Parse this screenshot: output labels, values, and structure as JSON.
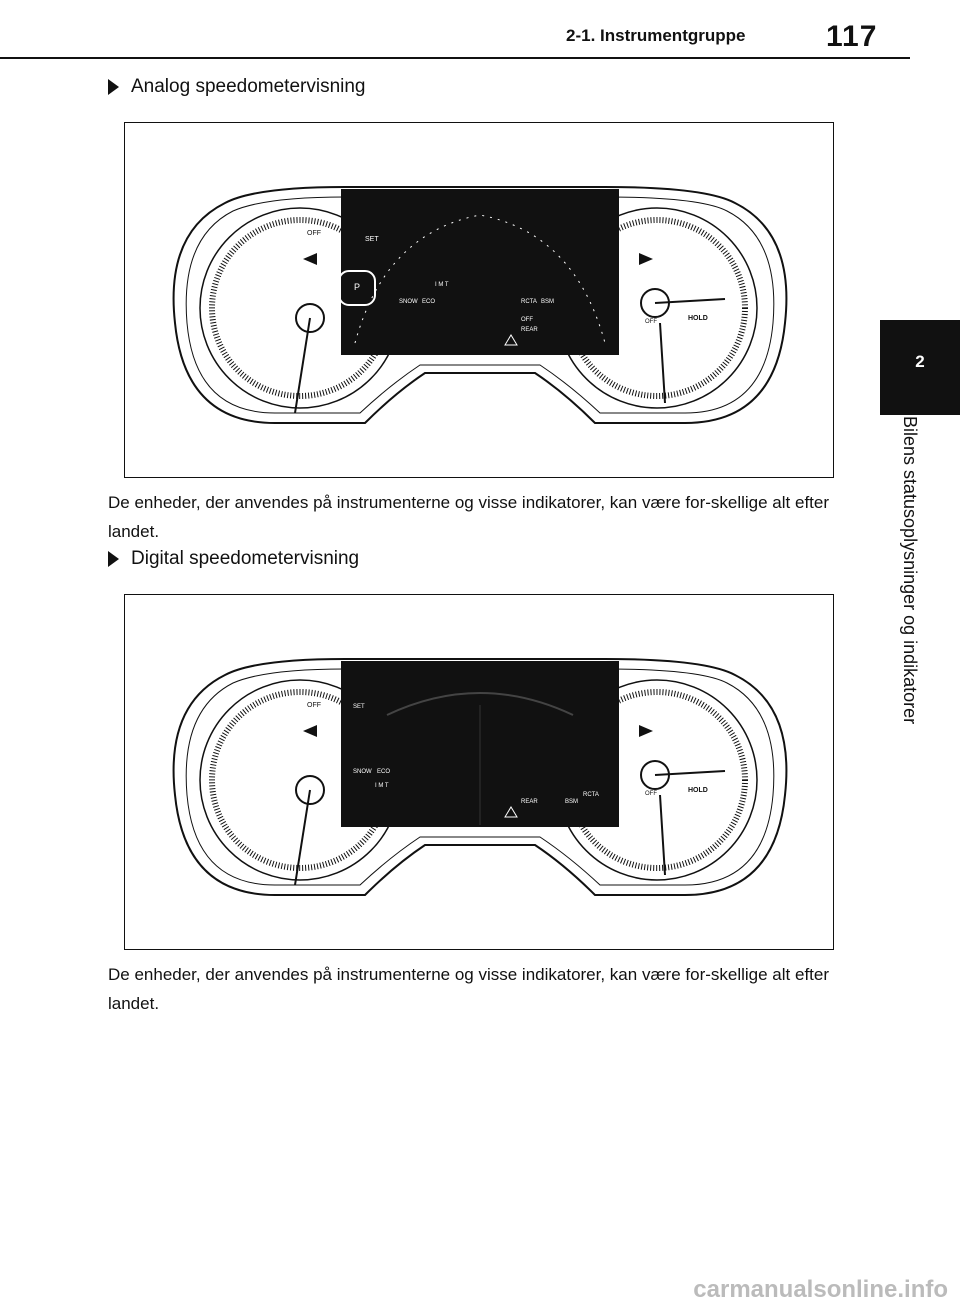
{
  "header": {
    "section_title": "2-1. Instrumentgruppe",
    "page_number": "117"
  },
  "side_tab": {
    "chapter_number": "2",
    "chapter_title": "Bilens statusoplysninger og indikatorer"
  },
  "sections": [
    {
      "heading": "Analog speedometervisning",
      "caption": "De enheder, der anvendes på instrumenterne og visse indikatorer, kan være for-skellige alt efter landet.",
      "labels": [
        "SET",
        "OFF",
        "HOLD",
        "SNOW",
        "ECO",
        "RCTA",
        "BSM",
        "OFF",
        "REAR",
        "OFF",
        "I M T"
      ]
    },
    {
      "heading": "Digital speedometervisning",
      "caption": "De enheder, der anvendes på instrumenterne og visse indikatorer, kan være for-skellige alt efter landet.",
      "labels": [
        "SET",
        "SNOW",
        "ECO",
        "I M T",
        "REAR",
        "BSM",
        "RCTA",
        "OFF",
        "HOLD",
        "OFF"
      ]
    }
  ],
  "footer": {
    "watermark": "carmanualsonline.info"
  }
}
